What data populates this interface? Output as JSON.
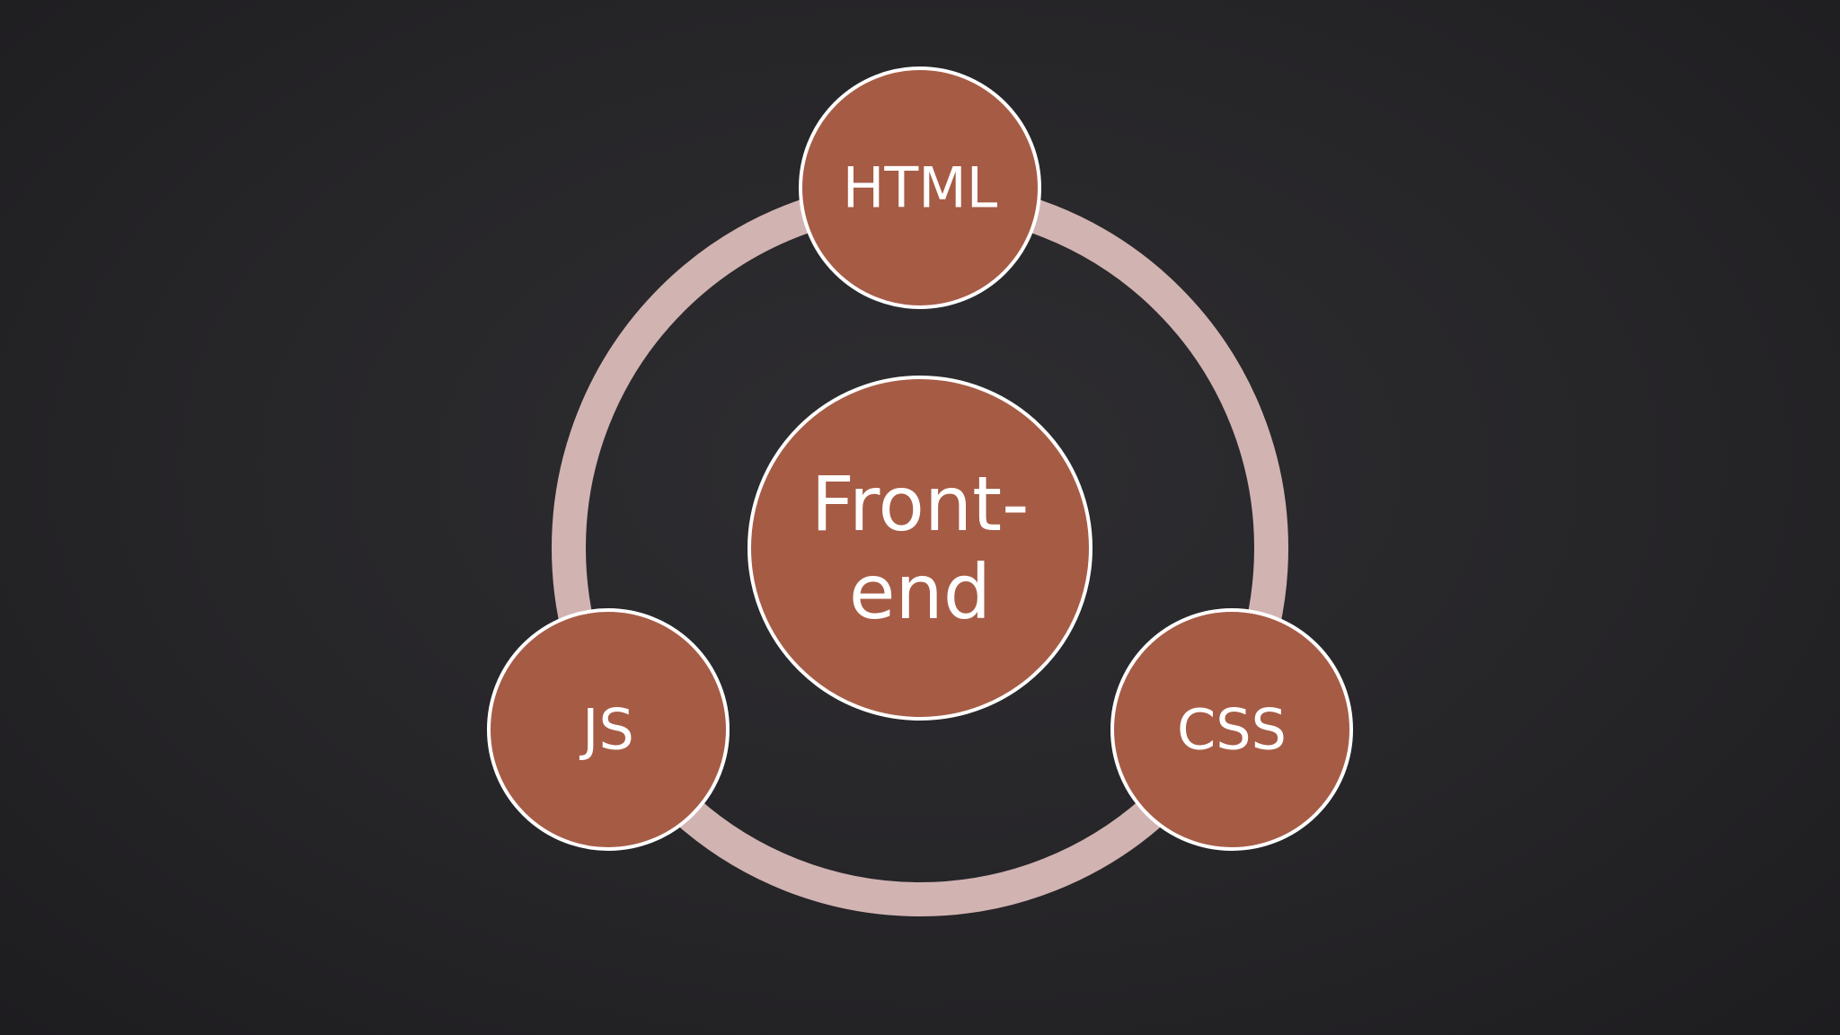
{
  "diagram": {
    "center": {
      "lines": [
        "Front-",
        "end"
      ]
    },
    "nodes": [
      {
        "label": "HTML"
      },
      {
        "label": "CSS"
      },
      {
        "label": "JS"
      }
    ],
    "colors": {
      "node_fill": "#a65b45",
      "node_stroke": "#ffffff",
      "ring": "#d1b4b2"
    }
  }
}
